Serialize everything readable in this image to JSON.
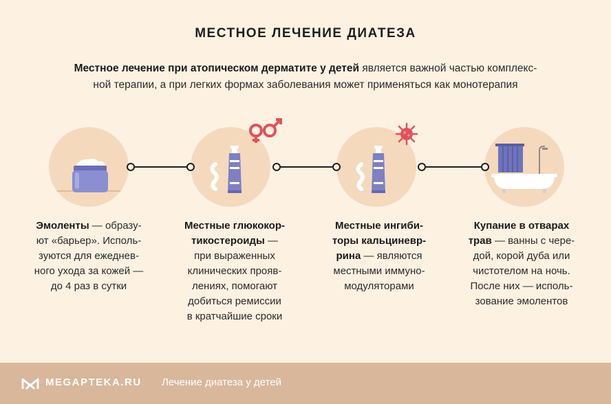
{
  "title": "МЕСТНОЕ ЛЕЧЕНИЕ ДИАТЕЗА",
  "lead": {
    "bold": "Местное лечение при атопическом дерматите у детей",
    "line1_rest": " является важной частью комплекс-",
    "line2": "ной терапии, а при легких формах заболевания может применяться как монотерапия"
  },
  "steps": [
    {
      "icon": "cream-jar-icon",
      "bold": [
        "Эмоленты"
      ],
      "lines": [
        " — образу-",
        "ют «барьер». Исполь-",
        "зуются для ежеднев-",
        "ного ухода за кожей —",
        "до 4 раз в сутки"
      ]
    },
    {
      "icon": "ointment-tube-icon",
      "bold": [
        "Местные глюкокор-",
        "тикостероиды"
      ],
      "lines": [
        " —",
        "при выраженных",
        "клинических прояв-",
        "лениях, помогают",
        "добиться ремиссии",
        "в кратчайшие сроки"
      ]
    },
    {
      "icon": "ointment-tube-icon",
      "bold": [
        "Местные ингиби-",
        "торы кальциневр-",
        "рина"
      ],
      "lines": [
        " — являются",
        "местными иммуно-",
        "модуляторами"
      ]
    },
    {
      "icon": "bathtub-icon",
      "bold": [
        "Купание в отварах",
        "трав"
      ],
      "lines": [
        " — ванны с чере-",
        "дой, корой дуба или",
        "чистотелом на ночь.",
        "После них — исполь-",
        "зование эмолентов"
      ]
    }
  ],
  "footer": {
    "brand": "MEGAPTEKA.RU",
    "caption": "Лечение диатеза у детей"
  },
  "colors": {
    "background": "#fdf1e2",
    "circle": "#f5d9bd",
    "accent_red": "#e0525a",
    "tube": "#7d80c2",
    "footer": "#d9b79b"
  }
}
